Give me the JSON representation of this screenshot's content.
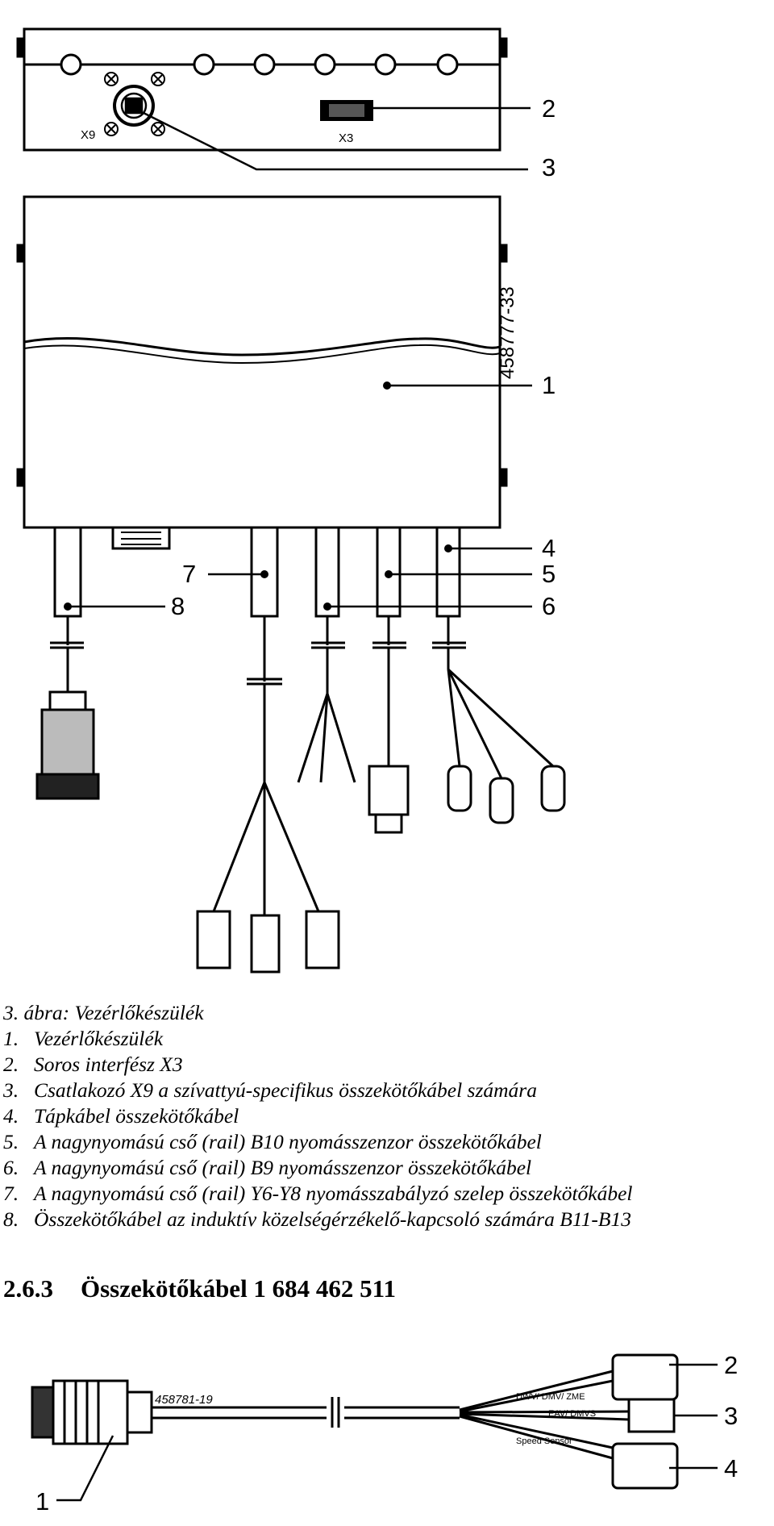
{
  "figure1": {
    "callouts": [
      "1",
      "2",
      "3",
      "4",
      "5",
      "6",
      "7",
      "8"
    ],
    "connector_labels": {
      "x9": "X9",
      "x3": "X3"
    },
    "drawing_number": "458777-33",
    "caption": "3. ábra: Vezérlőkészülék",
    "legend": [
      {
        "num": "1.",
        "text": "Vezérlőkészülék"
      },
      {
        "num": "2.",
        "text": "Soros interfész X3"
      },
      {
        "num": "3.",
        "text": "Csatlakozó X9 a szívattyú-specifikus összekötőkábel számára"
      },
      {
        "num": "4.",
        "text": "Tápkábel összekötőkábel"
      },
      {
        "num": "5.",
        "text": "A nagynyomású cső (rail) B10 nyomásszenzor összekötőkábel"
      },
      {
        "num": "6.",
        "text": "A nagynyomású cső (rail) B9 nyomásszenzor összekötőkábel"
      },
      {
        "num": "7.",
        "text": "A nagynyomású cső (rail) Y6-Y8 nyomásszabályzó szelep összekötőkábel"
      },
      {
        "num": "8.",
        "text": "Összekötőkábel az induktív közelségérzékelő-kapcsoló számára B11-B13"
      }
    ]
  },
  "section": {
    "number": "2.6.3",
    "title": "Összekötőkábel 1 684 462 511"
  },
  "figure2": {
    "drawing_number": "458781-19",
    "callouts": [
      "1",
      "2",
      "3",
      "4"
    ],
    "wire_labels": [
      "DWV/ DMV/ ZME",
      "EAV/ DMVS",
      "Speed Sensor"
    ]
  }
}
